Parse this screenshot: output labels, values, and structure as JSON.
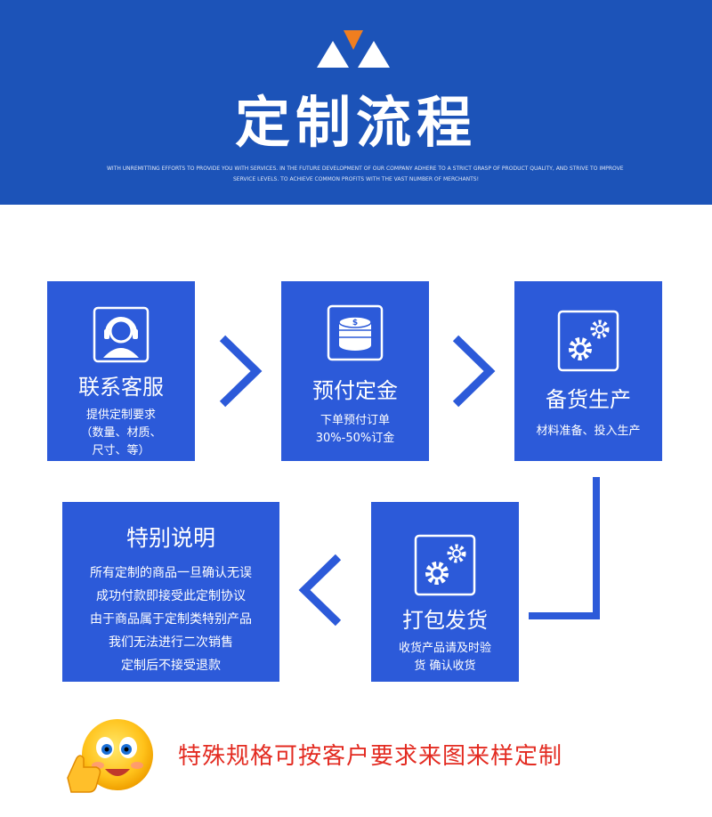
{
  "header": {
    "title": "定制流程",
    "subtitle_line1": "WITH UNREMITTING EFFORTS TO PROVIDE YOU WITH SERVICES. IN THE FUTURE DEVELOPMENT OF OUR COMPANY ADHERE TO A STRICT GRASP OF PRODUCT QUALITY, AND STRIVE TO IMPROVE",
    "subtitle_line2": "SERVICE LEVELS. TO ACHIEVE COMMON PROFITS WITH THE VAST NUMBER OF MERCHANTS!"
  },
  "steps": {
    "contact": {
      "title": "联系客服",
      "desc1": "提供定制要求",
      "desc2": "（数量、材质、",
      "desc3": "尺寸、等）",
      "icon": "headset-icon"
    },
    "deposit": {
      "title": "预付定金",
      "desc1": "下单预付订单",
      "desc2": "30%-50%订金",
      "icon": "coins-icon"
    },
    "production": {
      "title": "备货生产",
      "desc1": "材料准备、投入生产",
      "icon": "gears-icon"
    },
    "shipping": {
      "title": "打包发货",
      "desc1": "收货产品请及时验",
      "desc2": "货 确认收货",
      "icon": "gears-icon"
    },
    "notice": {
      "title": "特别说明",
      "lines": [
        "所有定制的商品一旦确认无误",
        "成功付款即接受此定制协议",
        "由于商品属于定制类特别产品",
        "我们无法进行二次销售",
        "定制后不接受退款"
      ]
    }
  },
  "footer": {
    "special_note": "特殊规格可按客户要求来图来样定制",
    "icon": "smiley-thumbs-up-icon"
  },
  "colors": {
    "banner": "#1c53b8",
    "box": "#2c5ad9",
    "accent": "#f07e1f",
    "note": "#e32b21"
  }
}
